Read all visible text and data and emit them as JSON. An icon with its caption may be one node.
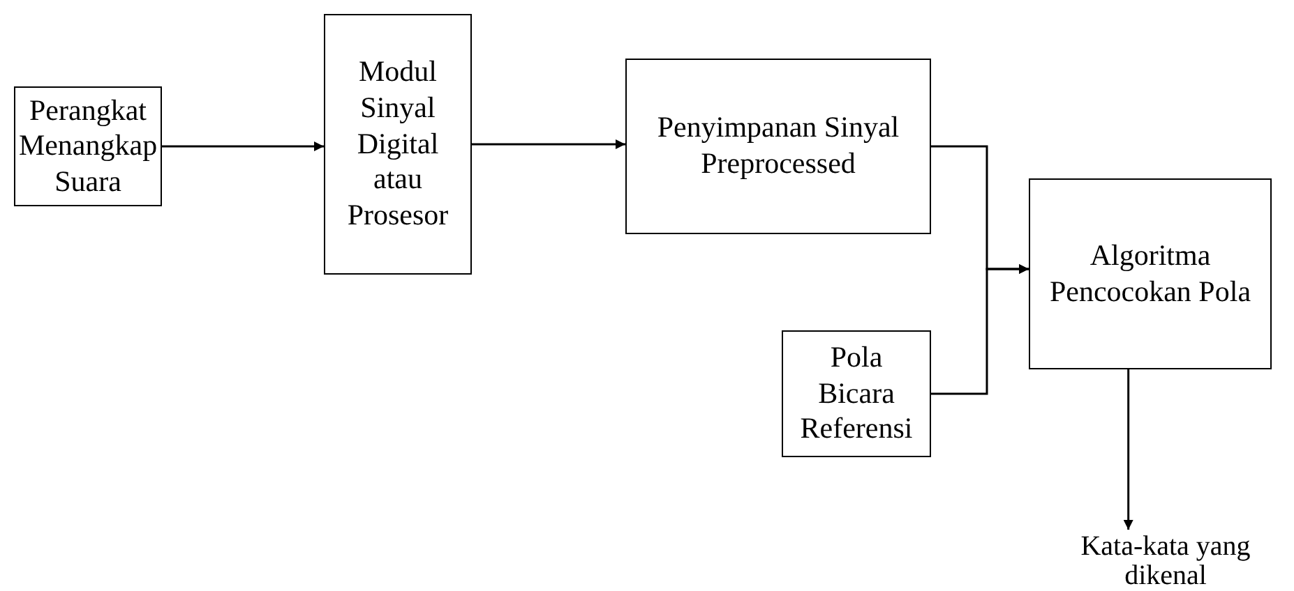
{
  "diagram": {
    "nodes": [
      {
        "text": [
          "Perangkat Menangkap Suara"
        ]
      },
      {
        "text": [
          "Modul Sinyal Digital atau Prosesor"
        ]
      },
      {
        "text": [
          "Penyimpanan Sinyal Preprocessed"
        ]
      },
      {
        "text": [
          "Pola Bicara Referensi"
        ]
      },
      {
        "text": [
          "Algoritma Pencocokan Pola"
        ]
      },
      {
        "text": [
          "Kata-kata yang dikenal"
        ]
      }
    ],
    "edges": [
      {
        "from": 0,
        "to": 1,
        "arrow": "to"
      },
      {
        "from": 1,
        "to": 2,
        "arrow": "to"
      },
      {
        "from": 2,
        "to": 4,
        "arrow": "to"
      },
      {
        "from": 3,
        "to": 4,
        "arrow": "to"
      },
      {
        "from": 4,
        "to": 5,
        "arrow": "to"
      }
    ]
  }
}
